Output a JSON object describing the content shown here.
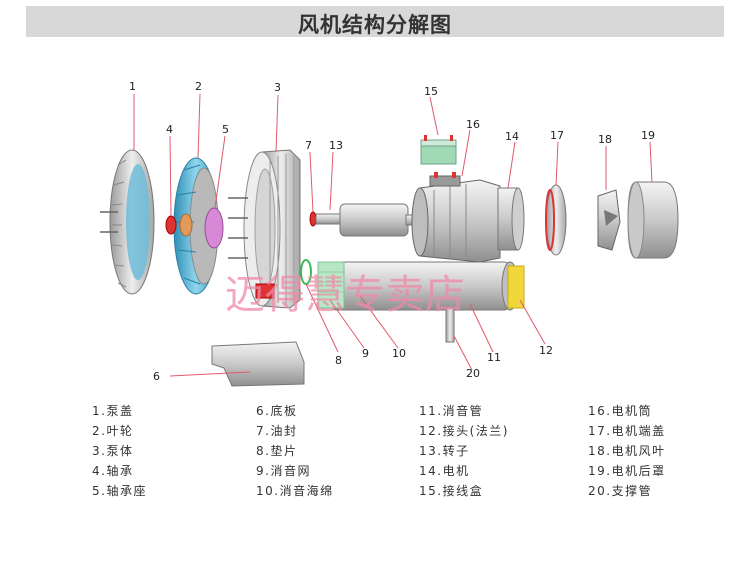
{
  "title": "风机结构分解图",
  "watermark": "迈得慧专卖店",
  "callouts": [
    {
      "id": "c1",
      "n": "1"
    },
    {
      "id": "c2",
      "n": "2"
    },
    {
      "id": "c3",
      "n": "3"
    },
    {
      "id": "c4",
      "n": "4"
    },
    {
      "id": "c5",
      "n": "5"
    },
    {
      "id": "c6",
      "n": "6"
    },
    {
      "id": "c7",
      "n": "7"
    },
    {
      "id": "c8",
      "n": "8"
    },
    {
      "id": "c9",
      "n": "9"
    },
    {
      "id": "c10",
      "n": "10"
    },
    {
      "id": "c11",
      "n": "11"
    },
    {
      "id": "c12",
      "n": "12"
    },
    {
      "id": "c13",
      "n": "13"
    },
    {
      "id": "c14",
      "n": "14"
    },
    {
      "id": "c15",
      "n": "15"
    },
    {
      "id": "c16",
      "n": "16"
    },
    {
      "id": "c17",
      "n": "17"
    },
    {
      "id": "c18",
      "n": "18"
    },
    {
      "id": "c19",
      "n": "19"
    },
    {
      "id": "c20",
      "n": "20"
    }
  ],
  "legend": {
    "col1": [
      "1.泵盖",
      "2.叶轮",
      "3.泵体",
      "4.轴承",
      "5.轴承座"
    ],
    "col2": [
      "6.底板",
      "7.油封",
      "8.垫片",
      "9.消音网",
      "10.消音海绵"
    ],
    "col3": [
      "11.消音管",
      "12.接头(法兰)",
      "13.转子",
      "14.电机",
      "15.接线盒"
    ],
    "col4": [
      "16.电机筒",
      "17.电机端盖",
      "18.电机风叶",
      "19.电机后罩",
      "20.支撑管"
    ]
  },
  "colors": {
    "title_bg": "#d8d8d8",
    "watermark": "#f08aa8",
    "impeller": "#5fb7d6"
  }
}
